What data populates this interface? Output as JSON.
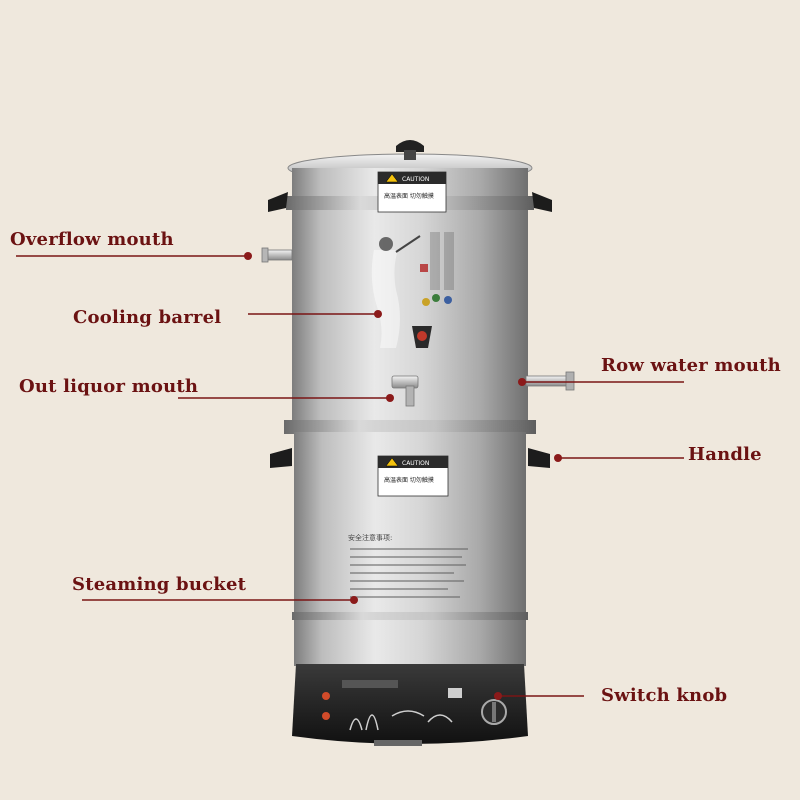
{
  "labels": {
    "overflow_mouth": "Overflow mouth",
    "cooling_barrel": "Cooling barrel",
    "out_liquor_mouth": "Out liquor mouth",
    "row_water_mouth": "Row water mouth",
    "handle": "Handle",
    "steaming_bucket": "Steaming bucket",
    "switch_knob": "Switch knob"
  },
  "device_text": {
    "caution_top": "CAUTION",
    "caution_bottom": "CAUTION",
    "top_chinese_warning": "高温表面 切勿触摸",
    "bottom_chinese_warning": "高温表面 切勿触摸",
    "safety_title": "安全注意事项:"
  },
  "colors": {
    "background": "#efe8dd",
    "label_text": "#6b1212",
    "leader_line": "#7a1515",
    "dot": "#8b1a1a",
    "steel_light": "#e3e3e3",
    "steel_dark": "#8d8d8d",
    "base": "#1e1e1e",
    "caution_yellow": "#f4c20d"
  }
}
